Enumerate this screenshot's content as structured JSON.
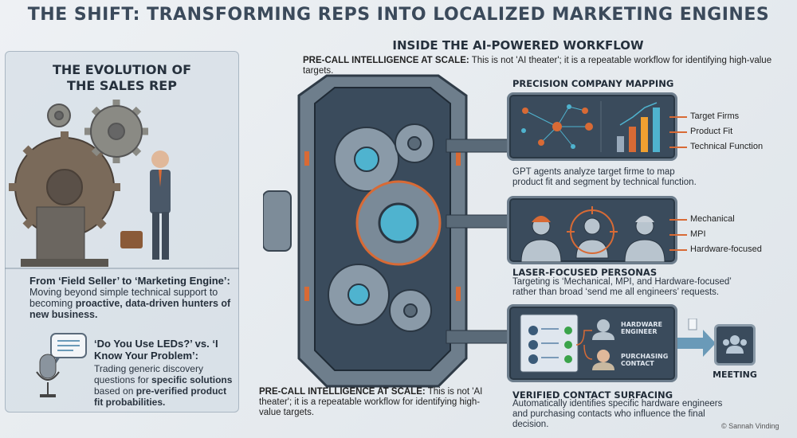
{
  "title": "THE SHIFT: TRANSFORMING REPS INTO LOCALIZED MARKETING ENGINES",
  "left_panel": {
    "title": "THE EVOLUTION OF THE SALES REP",
    "point1": {
      "heading": "From ‘Field Seller’ to ‘Marketing Engine’:",
      "text_plain": "Moving beyond simple technical support to becoming ",
      "text_bold": "proactive, data-driven hunters of new business."
    },
    "point2": {
      "heading": "‘Do You Use LEDs?’ vs. ‘I Know Your Problem’:",
      "text_plain1": "Trading generic discovery questions for ",
      "text_bold1": "specific solutions",
      "text_plain2": " based on ",
      "text_bold2": "pre-verified product fit probabilities."
    }
  },
  "workflow": {
    "title": "INSIDE THE AI-POWERED WORKFLOW",
    "intro_bold": "PRE-CALL INTELLIGENCE AT SCALE:",
    "intro_text": " This is not 'AI theater'; it is a repeatable workflow for identifying high-value targets.",
    "bottom_bold": "PRE-CALL INTELLIGENCE AT SCALE:",
    "bottom_text": " This is not 'AI theater'; it is a repeatable workflow for identifying high-value targets.",
    "sections": [
      {
        "heading": "PRECISION COMPANY MAPPING",
        "labels": [
          "Target Firms",
          "Product Fit",
          "Technical Function"
        ],
        "description": "GPT agents analyze target firme to map product fit and segment by technical function."
      },
      {
        "heading": "LASER-FOCUSED PERSONAS",
        "labels": [
          "Mechanical",
          "MPI",
          "Hardware-focused"
        ],
        "description": "Targeting is ‘Mechanical, MPI, and Hardware-focused’ rather than broad ‘send me all engineers’ requests."
      },
      {
        "heading": "VERIFIED CONTACT SURFACING",
        "labels": [
          "HARDWARE ENGINEER",
          "PURCHASING CONTACT"
        ],
        "description": "Automatically identifies specific hardware engineers and purchasing contacts who influence the final decision."
      }
    ],
    "meeting_label": "MEETING"
  },
  "copyright": "© Sannah Vinding",
  "colors": {
    "accent": "#d86a35",
    "steel": "#3a4b5c",
    "teal": "#4fb3cf",
    "check": "#3aa34a"
  }
}
